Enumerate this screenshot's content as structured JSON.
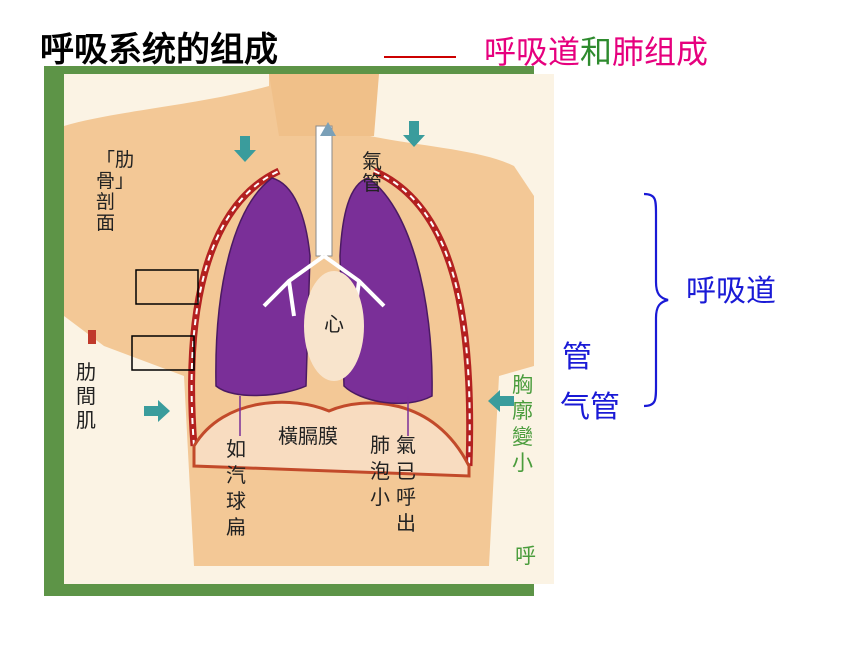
{
  "title": {
    "main": "呼吸系统的组成",
    "sub_part1": "呼吸道",
    "sub_part2": "和",
    "sub_part3": "肺组成"
  },
  "right_list": {
    "item_a": "管",
    "item_b": "气管",
    "bracket_label": "呼吸道"
  },
  "diagram_labels": {
    "trachea": "氣管",
    "heart": "心",
    "rib_section": "「肋骨」剖面",
    "intercostal": "肋間肌",
    "diaphragm": "橫膈膜",
    "left_bottom": "如汽球扁",
    "mid_bottom": "肺泡小",
    "right_bottom": "氣已呼出",
    "chest_side": "胸廓變小",
    "exhale": "呼"
  },
  "colors": {
    "title_pink": "#e6007e",
    "title_green": "#2e8b2e",
    "lung_purple": "#7a2f98",
    "skin": "#f0c89a",
    "list_blue": "#1a1ad6",
    "frame_green": "#4f8f3a"
  }
}
